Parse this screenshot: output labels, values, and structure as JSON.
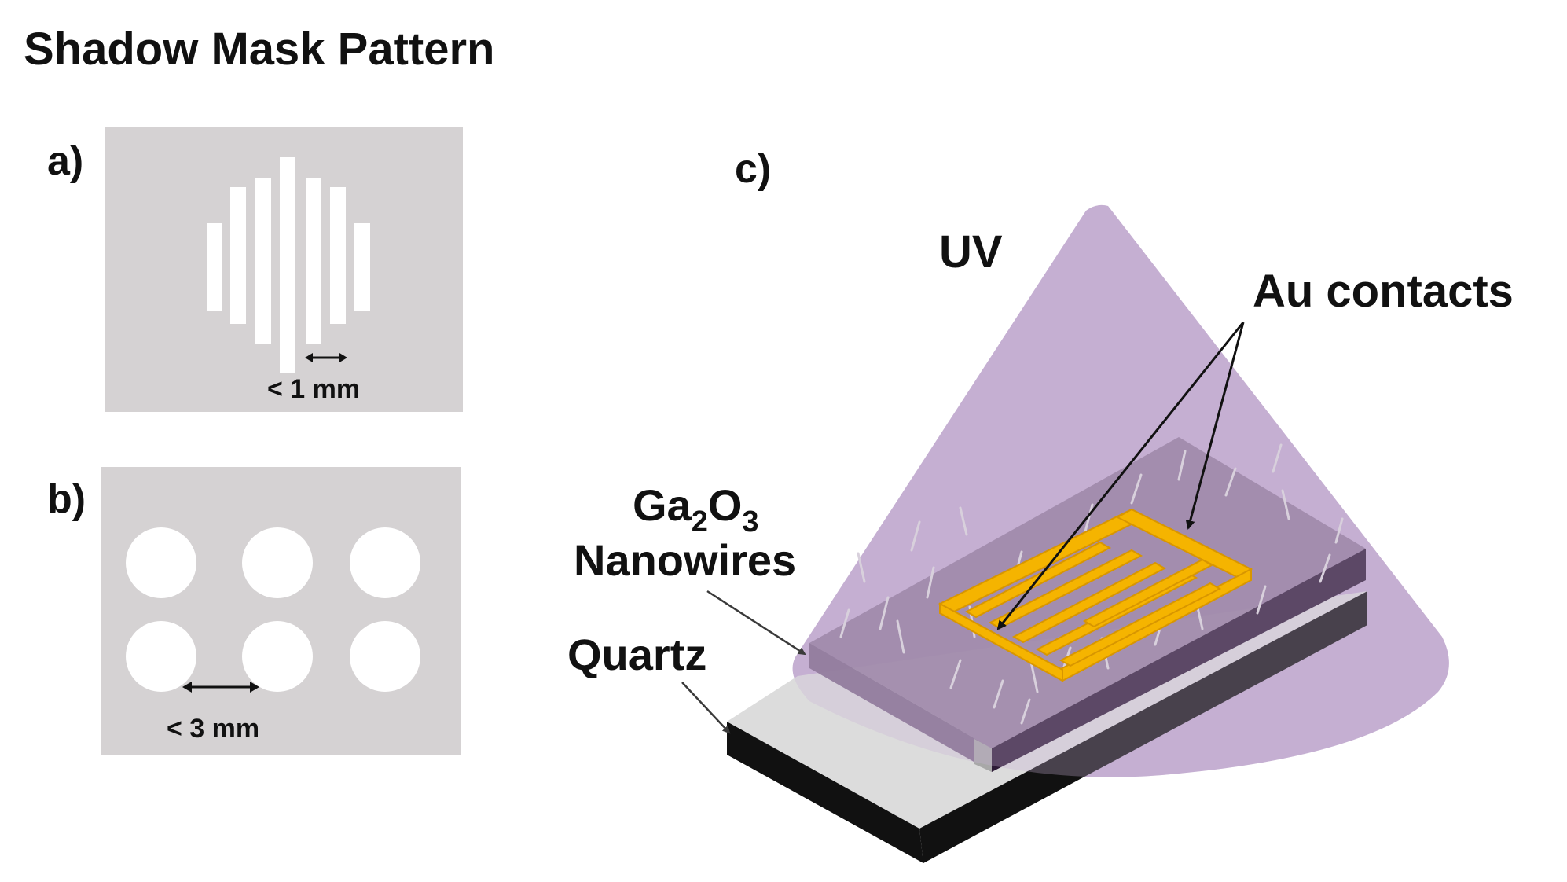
{
  "title": "Shadow Mask Pattern",
  "panels": {
    "a": {
      "label": "a)",
      "scale_text": "< 1 mm",
      "finger_count": 7
    },
    "b": {
      "label": "b)",
      "scale_text": "< 3 mm",
      "rows": 2,
      "cols": 3
    },
    "c": {
      "label": "c)",
      "uv_label": "UV",
      "au_label": "Au contacts",
      "ga_line1_main": "Ga",
      "ga_sub1": "2",
      "ga_line1_mid": "O",
      "ga_sub2": "3",
      "ga_line2": "Nanowires",
      "quartz_label": "Quartz"
    }
  },
  "colors": {
    "mask_gray": "#d5d2d3",
    "cone_purple": "#b8a0c8",
    "gold": "#f5b400",
    "gold_edge": "#d89600",
    "slab_dark": "#111111",
    "quartz_top": "#dcdcdc"
  }
}
